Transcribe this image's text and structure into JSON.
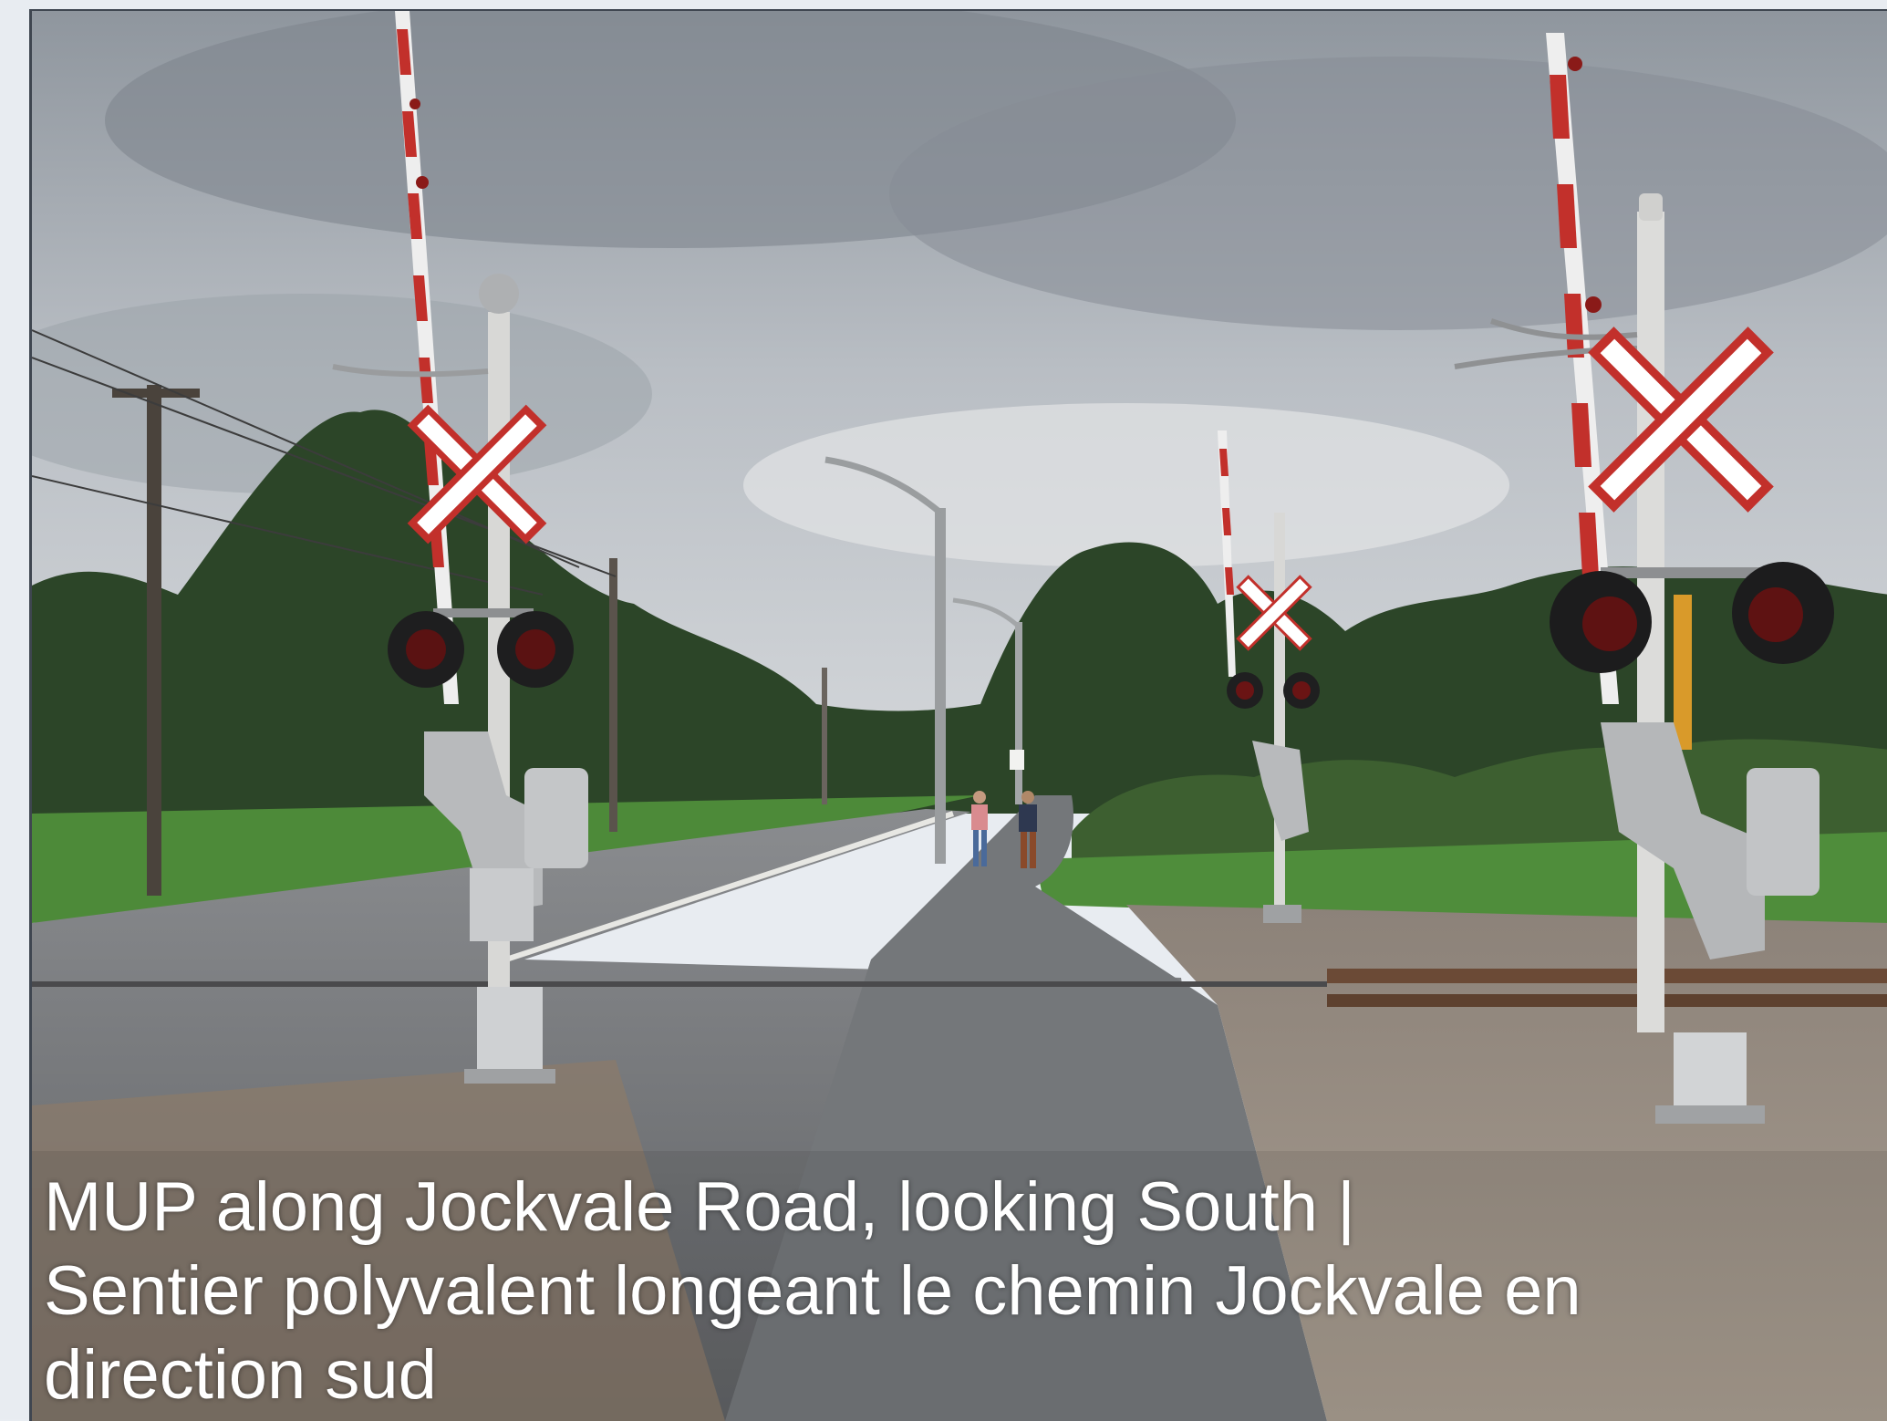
{
  "caption": {
    "line1": "MUP along Jockvale Road, looking South |",
    "line2": "Sentier polyvalent longeant le chemin Jockvale en",
    "line3": "direction sud"
  },
  "colors": {
    "sky": "#c4c9cf",
    "cloud_dark": "#8c939b",
    "tree": "#2f4a2b",
    "grass": "#4f8a3a",
    "road": "#6d6f72",
    "gravel": "#9a8f84",
    "crossbuck_red": "#c2302b",
    "rail": "#6a4a35"
  }
}
